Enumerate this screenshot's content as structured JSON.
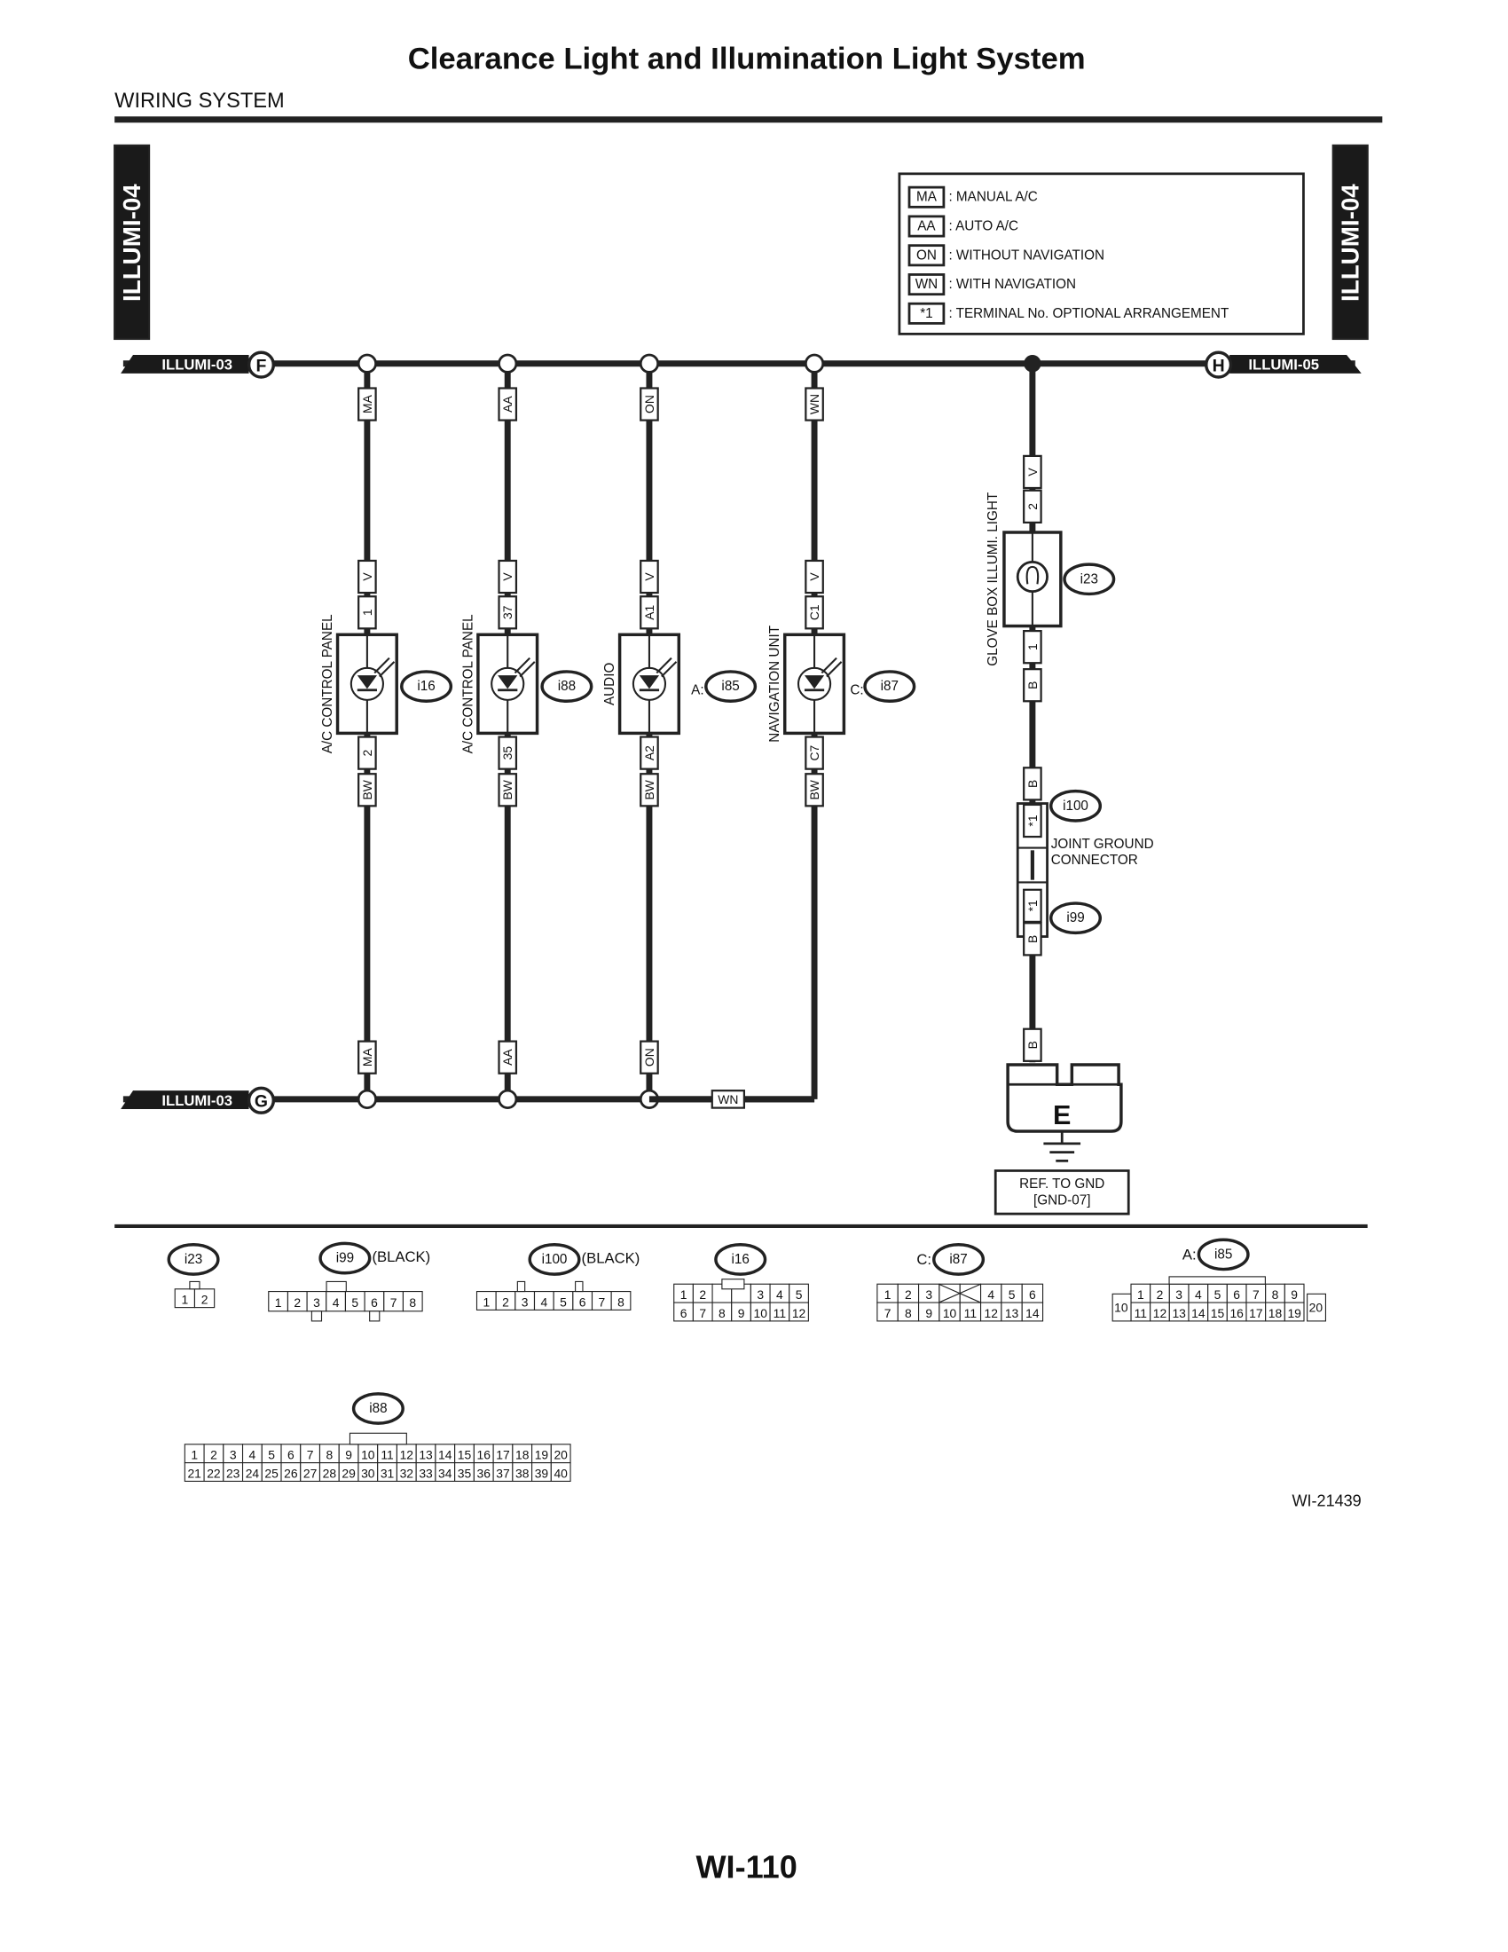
{
  "title": "Clearance Light and Illumination Light System",
  "section": "WIRING SYSTEM",
  "side_tab": "ILLUMI-04",
  "legend": [
    {
      "code": "MA",
      "text": ": MANUAL A/C"
    },
    {
      "code": "AA",
      "text": ": AUTO A/C"
    },
    {
      "code": "ON",
      "text": ": WITHOUT NAVIGATION"
    },
    {
      "code": "WN",
      "text": ": WITH NAVIGATION"
    },
    {
      "code": "*1",
      "text": ": TERMINAL No. OPTIONAL ARRANGEMENT"
    }
  ],
  "bus": {
    "top_left": {
      "tag": "ILLUMI-03",
      "node": "F"
    },
    "top_right": {
      "tag": "ILLUMI-05",
      "node": "H"
    },
    "bottom_left": {
      "tag": "ILLUMI-03",
      "node": "G"
    }
  },
  "branches": [
    {
      "option": "MA",
      "color_in": "V",
      "pin_in": "1",
      "pin_out": "2",
      "color_out": "BW",
      "name": "A/C CONTROL PANEL",
      "prefix": "",
      "connector": "i16"
    },
    {
      "option": "AA",
      "color_in": "V",
      "pin_in": "37",
      "pin_out": "35",
      "color_out": "BW",
      "name": "A/C CONTROL PANEL",
      "prefix": "",
      "connector": "i88"
    },
    {
      "option": "ON",
      "color_in": "V",
      "pin_in": "A1",
      "pin_out": "A2",
      "color_out": "BW",
      "name": "AUDIO",
      "prefix": "A:",
      "connector": "i85"
    },
    {
      "option": "WN",
      "color_in": "V",
      "pin_in": "C1",
      "pin_out": "C7",
      "color_out": "BW",
      "name": "NAVIGATION UNIT",
      "prefix": "C:",
      "connector": "i87"
    }
  ],
  "glove": {
    "name": "GLOVE BOX ILLUMI. LIGHT",
    "connector": "i23",
    "color_in": "V",
    "pin_in": "2",
    "pin_out": "1",
    "color_out": "B"
  },
  "joint": {
    "line1": "JOINT GROUND",
    "line2": "CONNECTOR",
    "color_top": "B",
    "upper_connector": "i100",
    "upper_pin": "*1",
    "lower_connector": "i99",
    "lower_pin": "*1",
    "color_bottom": "B",
    "color_ground": "B"
  },
  "ground": {
    "node": "E",
    "ref": "REF. TO GND",
    "gnd": "[GND-07]"
  },
  "connectors": {
    "i23": {
      "id": "i23",
      "rows": [
        [
          "1",
          "2"
        ]
      ]
    },
    "i99": {
      "id": "i99",
      "note": "(BLACK)",
      "rows": [
        [
          "1",
          "2",
          "3",
          "4",
          "5",
          "6",
          "7",
          "8"
        ]
      ]
    },
    "i100": {
      "id": "i100",
      "note": "(BLACK)",
      "rows": [
        [
          "1",
          "2",
          "3",
          "4",
          "5",
          "6",
          "7",
          "8"
        ]
      ]
    },
    "i16": {
      "id": "i16",
      "rows": [
        [
          "1",
          "2",
          "",
          "",
          "3",
          "4",
          "5"
        ],
        [
          "6",
          "7",
          "8",
          "9",
          "10",
          "11",
          "12"
        ]
      ]
    },
    "i87": {
      "id": "i87",
      "prefix": "C:",
      "rows": [
        [
          "1",
          "2",
          "3",
          "",
          "",
          "4",
          "5",
          "6"
        ],
        [
          "7",
          "8",
          "9",
          "10",
          "11",
          "12",
          "13",
          "14"
        ]
      ]
    },
    "i85": {
      "id": "i85",
      "prefix": "A:",
      "rows": [
        [
          "1",
          "2",
          "3",
          "4",
          "5",
          "6",
          "7",
          "8",
          "9"
        ],
        [
          "11",
          "12",
          "13",
          "14",
          "15",
          "16",
          "17",
          "18",
          "19"
        ]
      ],
      "sides": [
        "10",
        "20"
      ]
    },
    "i88": {
      "id": "i88",
      "rows": [
        [
          "1",
          "2",
          "3",
          "4",
          "5",
          "6",
          "7",
          "8",
          "9",
          "10",
          "11",
          "12",
          "13",
          "14",
          "15",
          "16",
          "17",
          "18",
          "19",
          "20"
        ],
        [
          "21",
          "22",
          "23",
          "24",
          "25",
          "26",
          "27",
          "28",
          "29",
          "30",
          "31",
          "32",
          "33",
          "34",
          "35",
          "36",
          "37",
          "38",
          "39",
          "40"
        ]
      ]
    }
  },
  "figure_id": "WI-21439",
  "page_number": "WI-110"
}
